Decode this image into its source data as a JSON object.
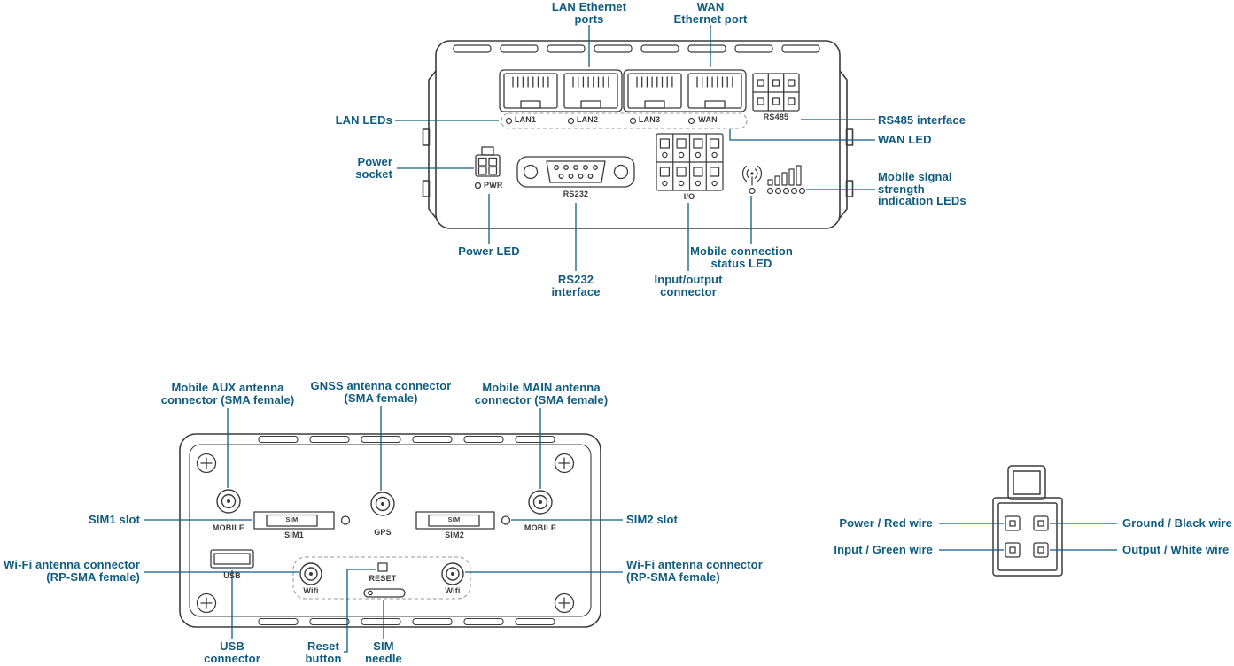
{
  "colors": {
    "label": "#0f5c81",
    "line": "#0f5c81",
    "art": "#3b3b3b",
    "art_text": "#3b3b3b",
    "dash": "#9a9a9a",
    "bg": "#ffffff"
  },
  "front_panel": {
    "callouts": {
      "lan_ethernet_ports": {
        "lines": [
          "LAN Ethernet",
          "ports"
        ]
      },
      "wan_ethernet_port": {
        "lines": [
          "WAN",
          "Ethernet port"
        ]
      },
      "lan_leds": {
        "lines": [
          "LAN LEDs"
        ]
      },
      "power_socket": {
        "lines": [
          "Power",
          "socket"
        ]
      },
      "rs485_interface": {
        "lines": [
          "RS485 interface"
        ]
      },
      "wan_led": {
        "lines": [
          "WAN LED"
        ]
      },
      "mobile_signal_leds": {
        "lines": [
          "Mobile signal",
          "strength",
          "indication LEDs"
        ]
      },
      "power_led": {
        "lines": [
          "Power LED"
        ]
      },
      "rs232_interface": {
        "lines": [
          "RS232",
          "interface"
        ]
      },
      "io_connector": {
        "lines": [
          "Input/output",
          "connector"
        ]
      },
      "mobile_status_led": {
        "lines": [
          "Mobile connection",
          "status LED"
        ]
      }
    },
    "device_labels": {
      "lan1": "LAN1",
      "lan2": "LAN2",
      "lan3": "LAN3",
      "wan": "WAN",
      "rs485": "RS485",
      "pwr": "PWR",
      "rs232": "RS232",
      "io": "I/O"
    }
  },
  "bottom_panel": {
    "callouts": {
      "mobile_aux": {
        "lines": [
          "Mobile AUX antenna",
          "connector (SMA female)"
        ]
      },
      "gnss": {
        "lines": [
          "GNSS antenna connector",
          "(SMA female)"
        ]
      },
      "mobile_main": {
        "lines": [
          "Mobile MAIN antenna",
          "connector (SMA female)"
        ]
      },
      "sim1_slot": {
        "lines": [
          "SIM1 slot"
        ]
      },
      "wifi_left": {
        "lines": [
          "Wi-Fi antenna connector",
          "(RP-SMA female)"
        ]
      },
      "sim2_slot": {
        "lines": [
          "SIM2 slot"
        ]
      },
      "wifi_right": {
        "lines": [
          "Wi-Fi antenna connector",
          "(RP-SMA female)"
        ]
      },
      "usb_connector": {
        "lines": [
          "USB",
          "connector"
        ]
      },
      "reset_button": {
        "lines": [
          "Reset",
          "button"
        ]
      },
      "sim_needle": {
        "lines": [
          "SIM",
          "needle"
        ]
      }
    },
    "device_labels": {
      "mobile_left": "MOBILE",
      "sim1": "SIM1",
      "sim_badge_1": "SIM",
      "gps": "GPS",
      "sim2": "SIM2",
      "sim_badge_2": "SIM",
      "mobile_right": "MOBILE",
      "usb": "USB",
      "reset": "RESET",
      "wifi_left": "Wifi",
      "wifi_right": "Wifi"
    }
  },
  "power_connector": {
    "callouts": {
      "power_red": "Power / Red wire",
      "ground_black": "Ground / Black wire",
      "input_green": "Input / Green wire",
      "output_white": "Output / White wire"
    }
  }
}
